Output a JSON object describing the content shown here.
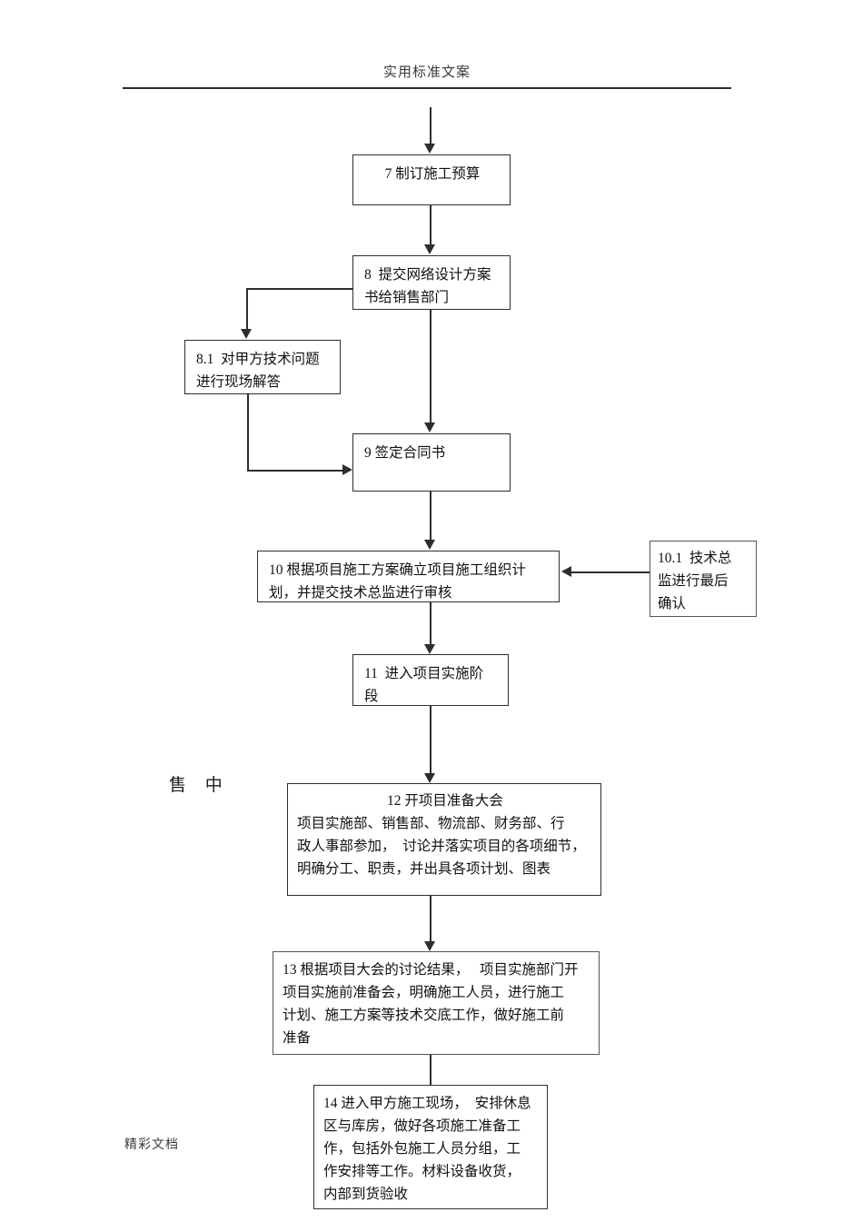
{
  "document": {
    "header_title": "实用标准文案",
    "footer_text": "精彩文档"
  },
  "stage_labels": [
    {
      "text": "售  中"
    }
  ],
  "flowchart": {
    "type": "flowchart",
    "orientation": "top-to-bottom",
    "nodes": [
      {
        "id": "7",
        "label": "7 制订施工预算",
        "lines": [
          "7 制订施工预算"
        ],
        "align": "center-single"
      },
      {
        "id": "8",
        "label": "8 提交网络设计方案书给销售部门",
        "lines": [
          "8  提交网络设计方案",
          "书给销售部门"
        ],
        "align": "left"
      },
      {
        "id": "8.1",
        "label": "8.1 对甲方技术问题进行现场解答",
        "lines": [
          "8.1  对甲方技术问题",
          "进行现场解答"
        ],
        "align": "left"
      },
      {
        "id": "9",
        "label": "9 签定合同书",
        "lines": [
          "9 签定合同书"
        ],
        "align": "left"
      },
      {
        "id": "10",
        "label": "10 根据项目施工方案确立项目施工组织计划，并提交技术总监进行审核",
        "lines": [
          "10 根据项目施工方案确立项目施工组织计",
          "划，并提交技术总监进行审核"
        ],
        "align": "left"
      },
      {
        "id": "10.1",
        "label": "10.1 技术总监进行最后确认",
        "lines": [
          "10.1  技术总",
          "监进行最后",
          "确认"
        ],
        "align": "left"
      },
      {
        "id": "11",
        "label": "11 进入项目实施阶段",
        "lines": [
          "11  进入项目实施阶",
          "段"
        ],
        "align": "left"
      },
      {
        "id": "12",
        "label": "12 开项目准备大会",
        "title": "12 开项目准备大会",
        "lines": [
          "项目实施部、销售部、物流部、财务部、行",
          "政人事部参加，  讨论并落实项目的各项细节，",
          "明确分工、职责，并出具各项计划、图表"
        ],
        "align": "title-center"
      },
      {
        "id": "13",
        "label": "13 根据项目大会的讨论结果，项目实施部门开项目实施前准备会",
        "lines": [
          "13 根据项目大会的讨论结果，   项目实施部门开",
          "项目实施前准备会，明确施工人员，进行施工",
          "计划、施工方案等技术交底工作，做好施工前",
          "准备"
        ],
        "align": "left"
      },
      {
        "id": "14",
        "label": "14 进入甲方施工现场，安排休息区与库房",
        "lines": [
          "14 进入甲方施工现场，  安排休息",
          "区与库房，做好各项施工准备工",
          "作，包括外包施工人员分组，工",
          "作安排等工作。材料设备收货，",
          "内部到货验收"
        ],
        "align": "left"
      }
    ],
    "edges": [
      {
        "from": "top",
        "to": "7",
        "arrow": "down"
      },
      {
        "from": "7",
        "to": "8",
        "arrow": "down"
      },
      {
        "from": "8",
        "to": "8.1",
        "arrow": "down",
        "path": "left-branch"
      },
      {
        "from": "8",
        "to": "9",
        "arrow": "down"
      },
      {
        "from": "8.1",
        "to": "9",
        "arrow": "right",
        "path": "down-then-right"
      },
      {
        "from": "9",
        "to": "10",
        "arrow": "down"
      },
      {
        "from": "10.1",
        "to": "10",
        "arrow": "left"
      },
      {
        "from": "10",
        "to": "11",
        "arrow": "down"
      },
      {
        "from": "11",
        "to": "12",
        "arrow": "down"
      },
      {
        "from": "12",
        "to": "13",
        "arrow": "down"
      },
      {
        "from": "13",
        "to": "14",
        "arrow": "none"
      }
    ]
  }
}
